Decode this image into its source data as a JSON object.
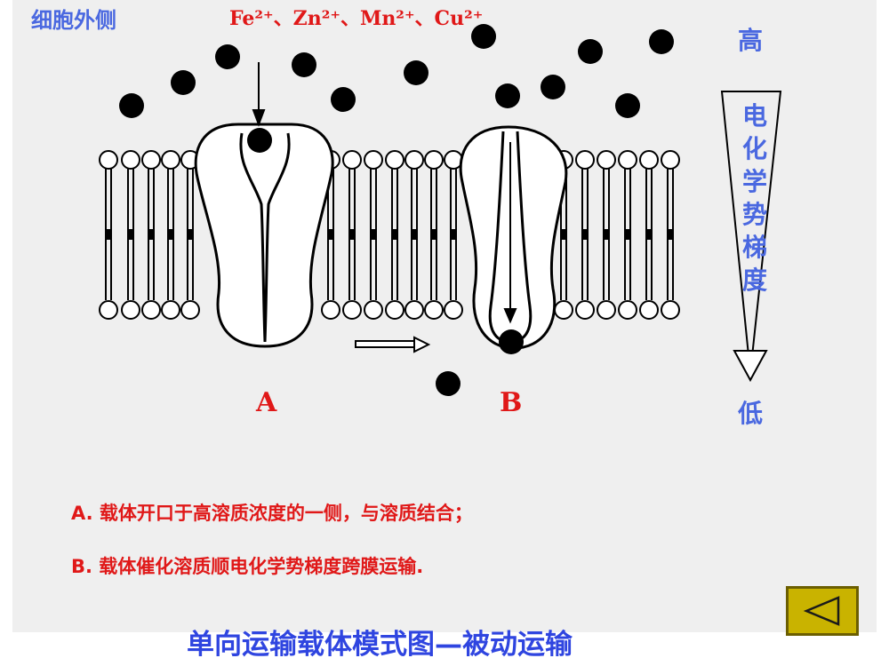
{
  "labels": {
    "outside": "细胞外侧",
    "ions": "Fe²⁺、Zn²⁺、Mn²⁺、Cu²⁺",
    "high": "高",
    "gradient": "电化学势梯度",
    "low": "低",
    "carrier_a": "A",
    "carrier_b": "B"
  },
  "notes": {
    "a": "A. 载体开口于高溶质浓度的一侧，与溶质结合；",
    "b": "B. 载体催化溶质顺电化学势梯度跨膜运输."
  },
  "title": "单向运输载体模式图—被动运输",
  "nav": {
    "back_icon": "triangle-left-icon"
  },
  "colors": {
    "red": "#e01818",
    "blue": "#4a68e0",
    "title_blue": "#2f45e0",
    "button": "#c9b300"
  }
}
